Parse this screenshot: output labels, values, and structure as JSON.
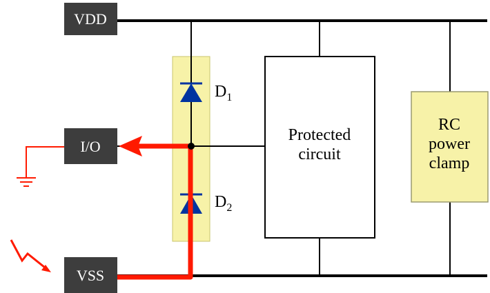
{
  "pins": {
    "vdd": "VDD",
    "io": "I/O",
    "vss": "VSS"
  },
  "diodes": {
    "d1": {
      "letter": "D",
      "sub": "1"
    },
    "d2": {
      "letter": "D",
      "sub": "2"
    }
  },
  "protected_circuit": {
    "line1": "Protected",
    "line2": "circuit"
  },
  "clamp": {
    "line1": "RC",
    "line2": "power",
    "line3": "clamp"
  },
  "colors": {
    "pin_box": "#3d3d3d",
    "wire": "#000000",
    "diode_blue": "#0033a0",
    "highlight": "#f7f2a8",
    "esd_path": "#ff1a00"
  }
}
